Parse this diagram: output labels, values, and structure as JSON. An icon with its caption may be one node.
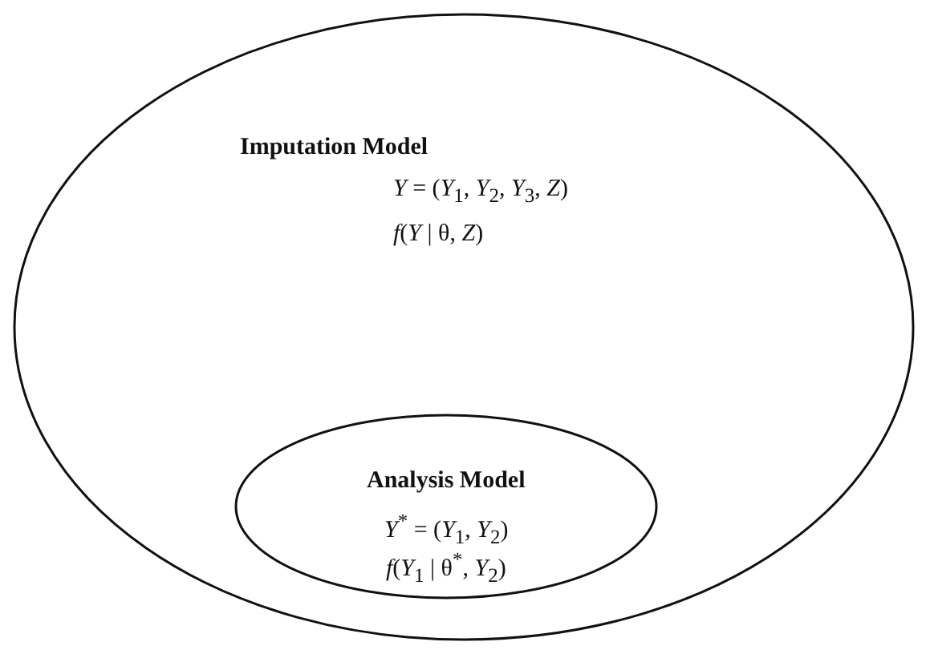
{
  "diagram": {
    "nodes": [
      {
        "text": [
          "Imputation Model",
          "*Y* = (*Y*$_{1}$, *Y*$_{2}$, *Y*$_{3}$, *Z*)",
          "*f*(*Y* | θ, *Z*)"
        ]
      },
      {
        "text": [
          "Analysis Model",
          "*Y*$^{*}$ = (*Y*$_{1}$, *Y*$_{2}$)",
          "*f*(*Y*$_{1}$ | θ$^{*}$,  *Y*$_{2}$)"
        ],
        "in": 0
      }
    ]
  }
}
